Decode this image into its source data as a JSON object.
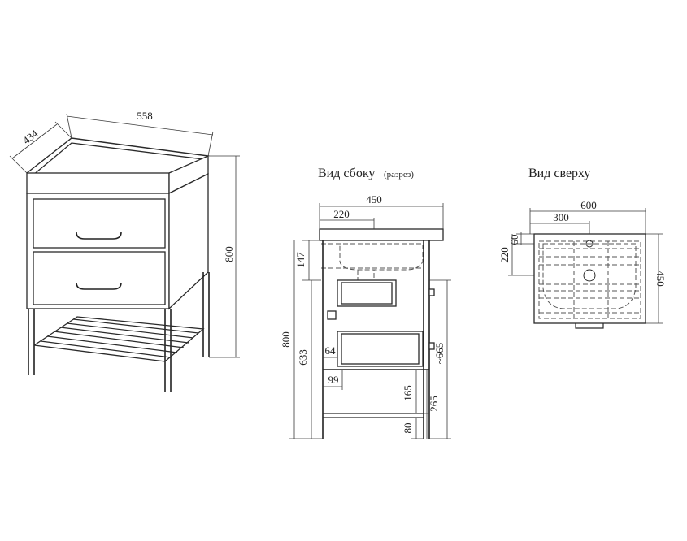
{
  "views": {
    "side_title": "Вид сбоку",
    "side_title_note": "(разрез)",
    "top_title": "Вид сверху"
  },
  "iso": {
    "width": "558",
    "depth": "434",
    "height": "800"
  },
  "side": {
    "depth": "450",
    "inner": "220",
    "basin": "147",
    "total_height": "800",
    "body_height": "633",
    "drawer_step": "64",
    "leg_offset": "99",
    "approx_height": "~665",
    "shelf_gap": "165",
    "shelf_height": "265",
    "leg_height": "80"
  },
  "top": {
    "width": "600",
    "half": "300",
    "offset_small": "60",
    "offset_large": "220",
    "depth": "450"
  }
}
